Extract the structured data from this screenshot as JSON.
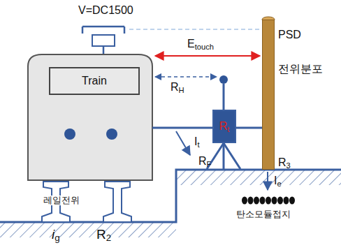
{
  "diagram": {
    "nodes": [
      {
        "text": [
          "Train"
        ]
      },
      {
        "text": [
          "Rt"
        ]
      },
      {
        "text": [
          "PSD"
        ]
      }
    ],
    "labels": [
      "V=DC1500",
      "Etouch",
      "RH",
      "전위분포",
      "It",
      "RF",
      "R3",
      "레일전위",
      "Ie",
      "탄소모듈접지",
      "ig",
      "R2"
    ]
  }
}
